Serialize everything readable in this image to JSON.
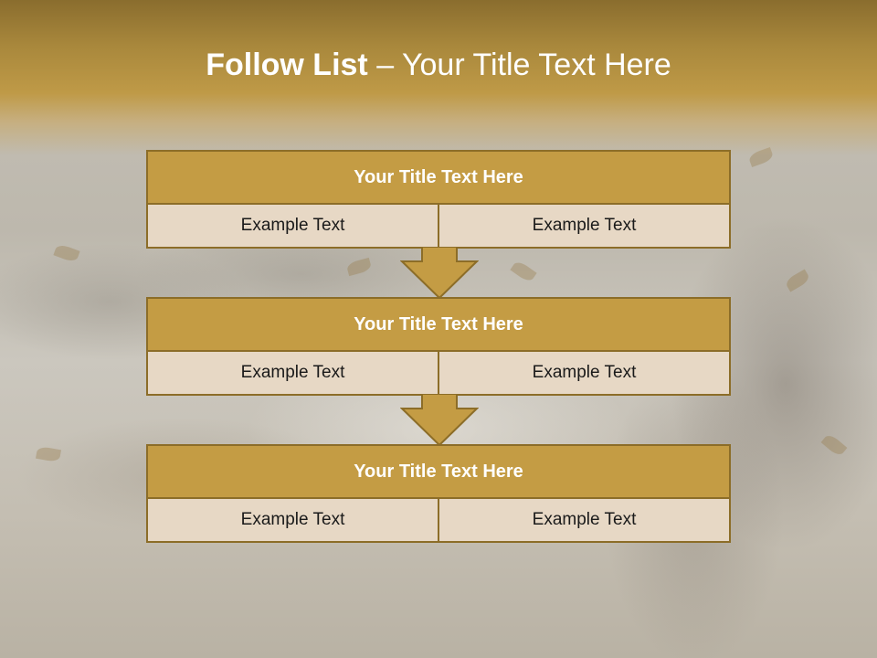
{
  "slide": {
    "title_bold": "Follow List",
    "title_rest": " – Your Title Text Here"
  },
  "steps": [
    {
      "title": "Your Title Text Here",
      "left": "Example Text",
      "right": "Example Text"
    },
    {
      "title": "Your Title Text Here",
      "left": "Example Text",
      "right": "Example Text"
    },
    {
      "title": "Your Title Text Here",
      "left": "Example Text",
      "right": "Example Text"
    }
  ],
  "colors": {
    "header": "#bf9a47",
    "box_header": "#c49c44",
    "box_body": "#e7d8c5",
    "border": "#8c6d28"
  }
}
